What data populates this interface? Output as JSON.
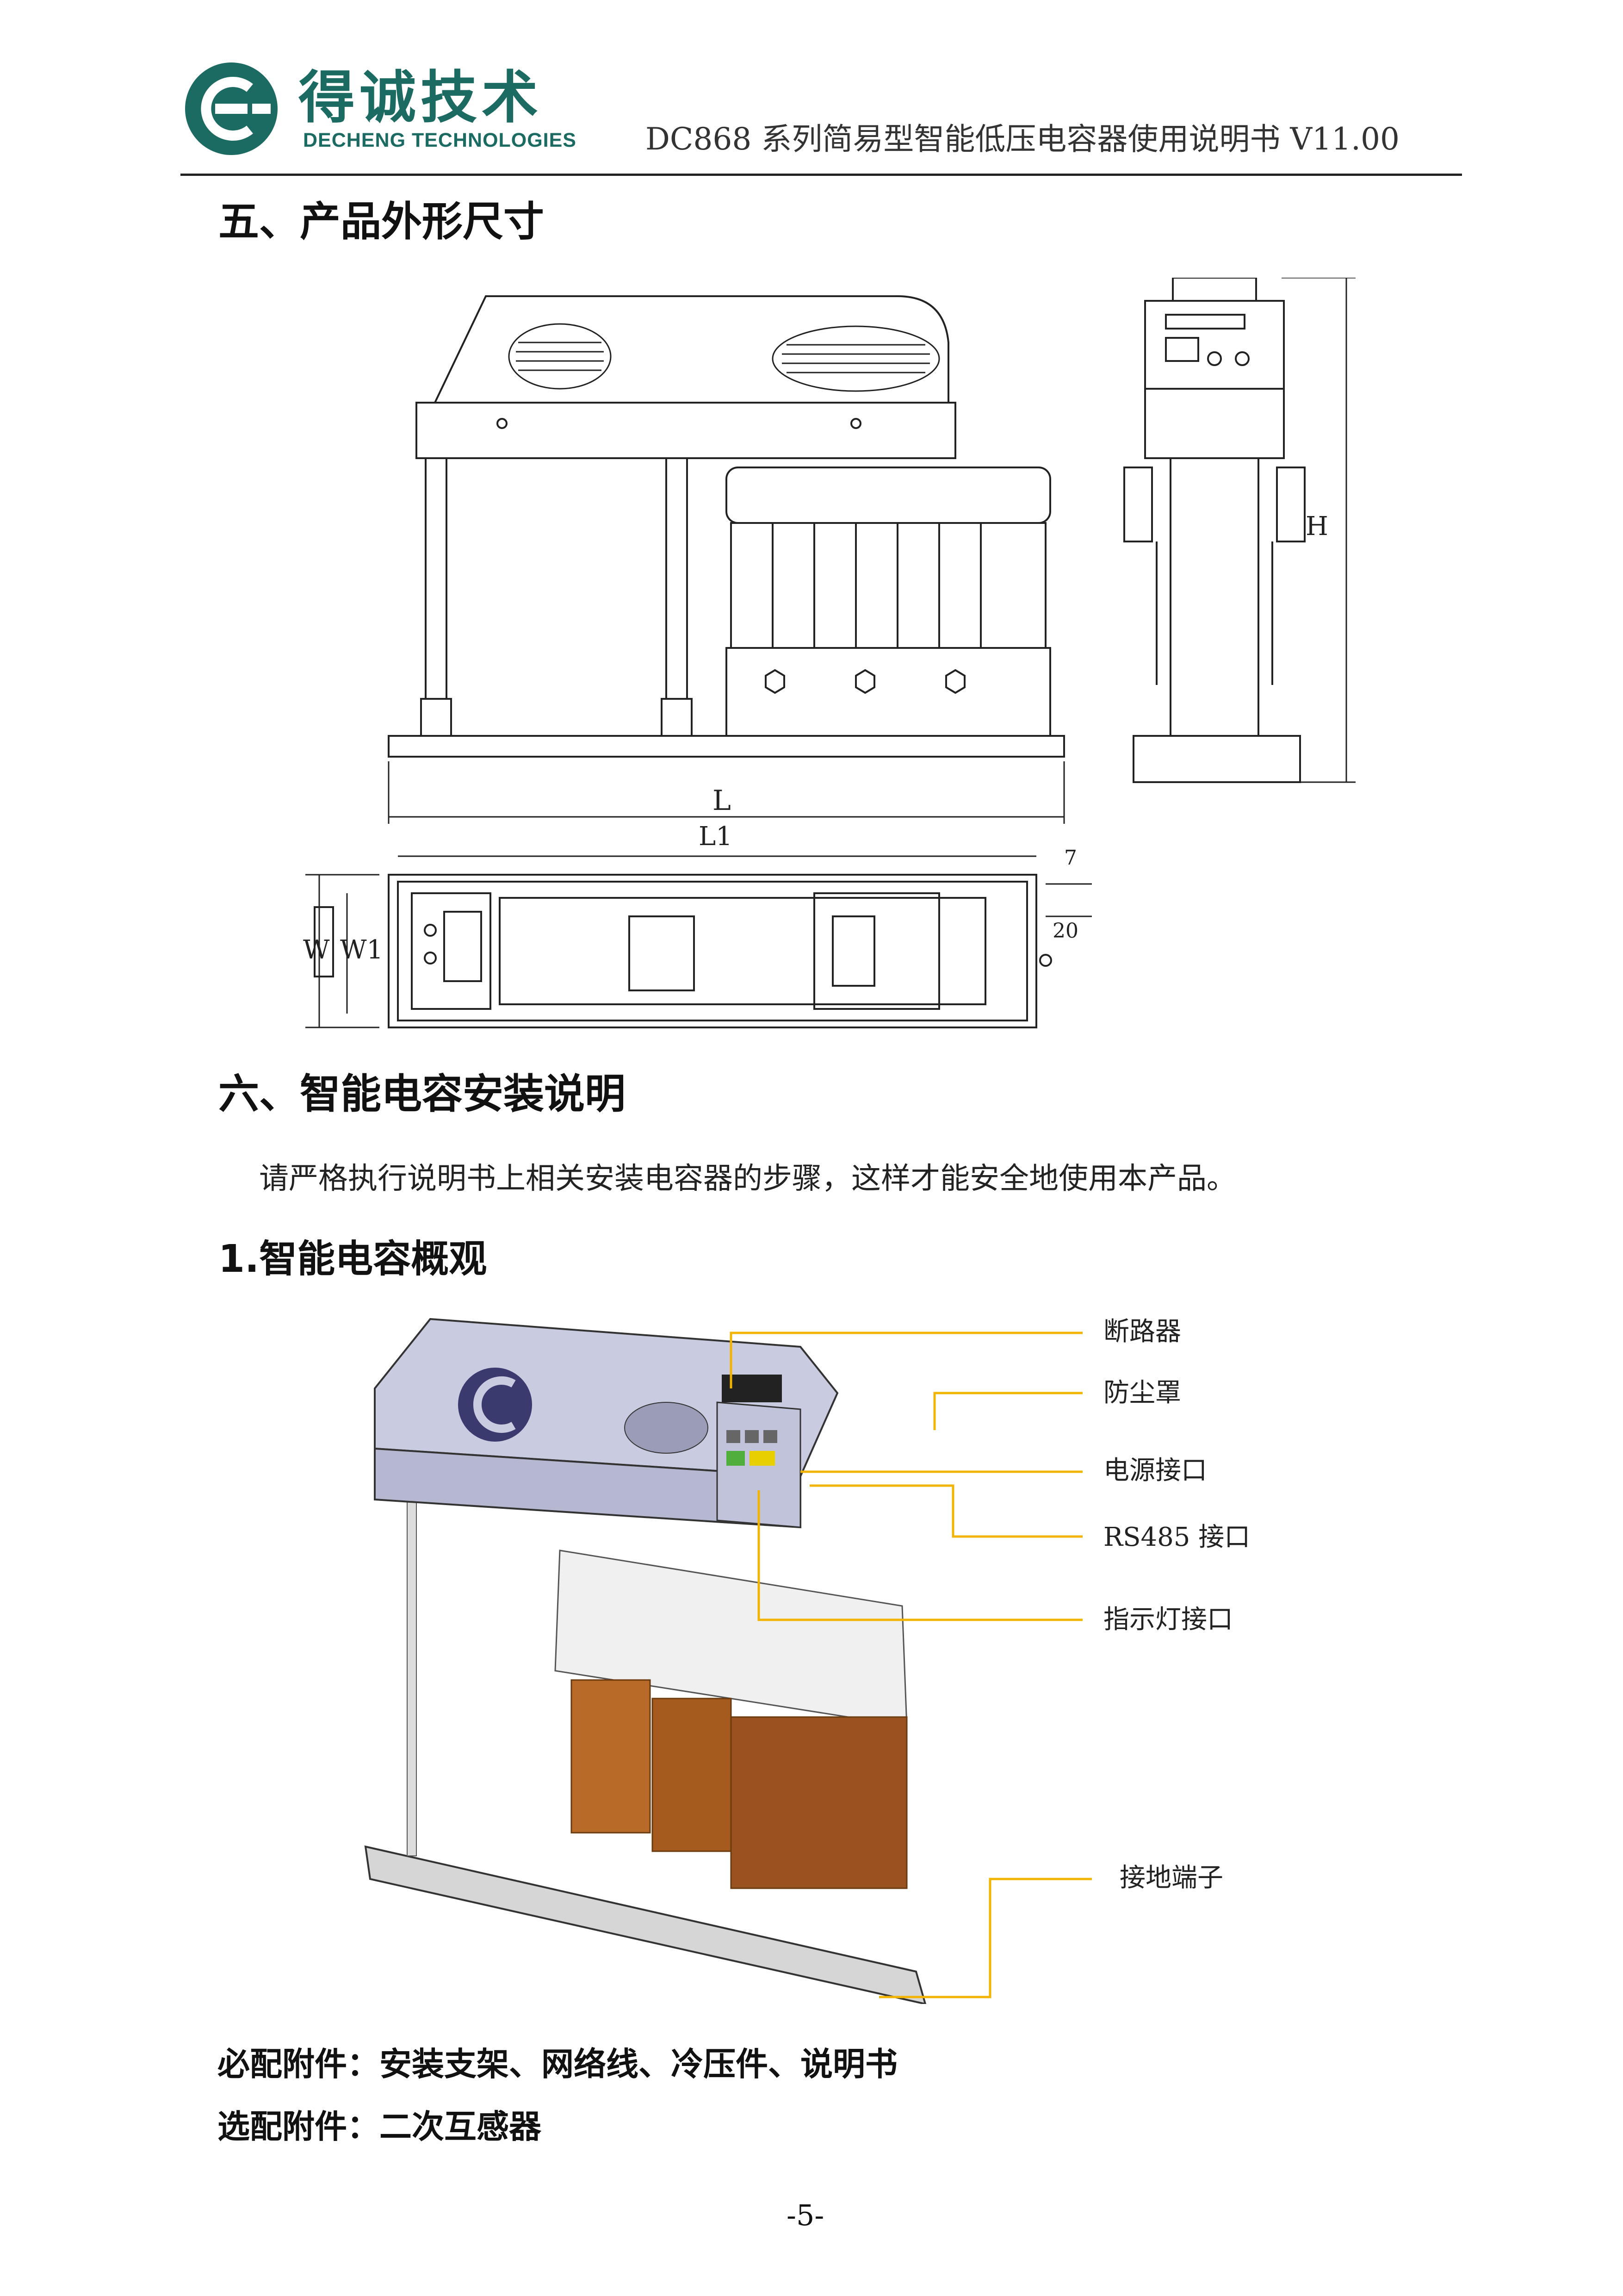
{
  "header": {
    "logo_cn": "得诚技术",
    "logo_en": "DECHENG TECHNOLOGIES",
    "doc_title": "DC868 系列简易型智能低压电容器使用说明书 V11.00",
    "brand_color": "#1b6b63"
  },
  "section5": {
    "heading": "五、产品外形尺寸",
    "dims": {
      "L": "L",
      "L1": "L1",
      "H": "H",
      "W": "W",
      "W1": "W1",
      "d7": "7",
      "d20": "20"
    }
  },
  "section6": {
    "heading": "六、智能电容安装说明",
    "intro": "请严格执行说明书上相关安装电容器的步骤，这样才能安全地使用本产品。",
    "sub1": "1.智能电容概观",
    "callouts": {
      "breaker": "断路器",
      "dust_cover": "防尘罩",
      "power_port": "电源接口",
      "rs485": "RS485 接口",
      "indicator": "指示灯接口",
      "ground": "接地端子"
    },
    "callout_color": "#f2b400",
    "required": "必配附件：安装支架、网络线、冷压件、说明书",
    "optional": "选配附件：二次互感器"
  },
  "footer": {
    "page": "-5-"
  }
}
